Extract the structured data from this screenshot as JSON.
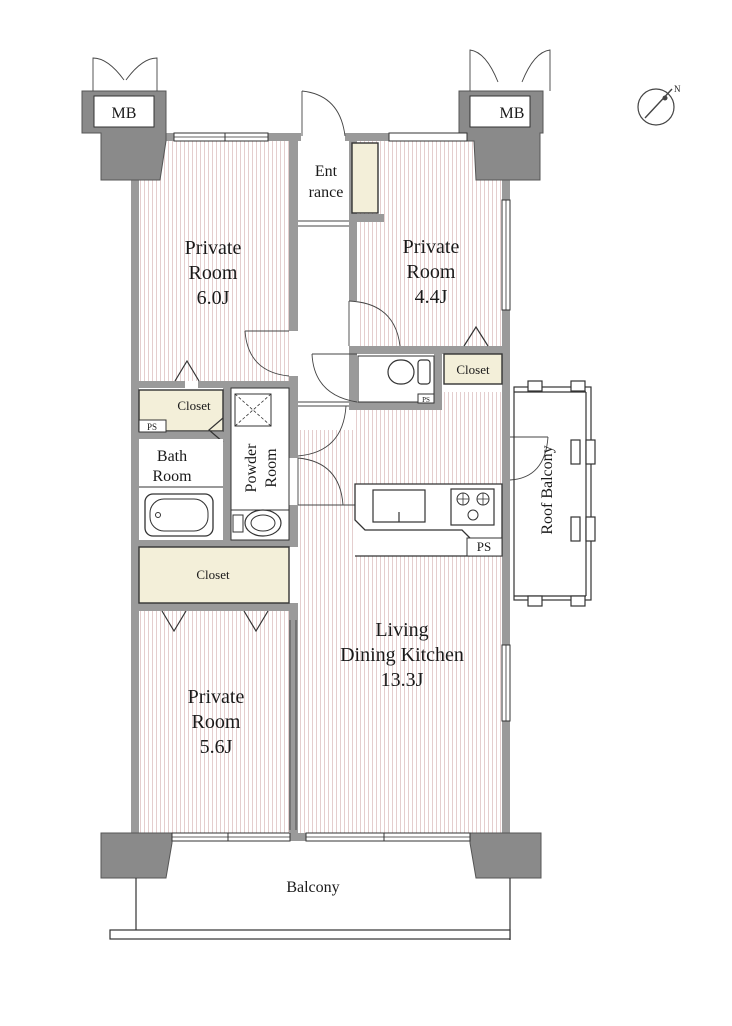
{
  "labels": {
    "mb_left": "MB",
    "mb_right": "MB",
    "entrance_line1": "Ent",
    "entrance_line2": "rance",
    "room_nw_line1": "Private",
    "room_nw_line2": "Room",
    "room_nw_size": "6.0J",
    "room_ne_line1": "Private",
    "room_ne_line2": "Room",
    "room_ne_size": "4.4J",
    "closet_upper_left": "Closet",
    "closet_upper_right": "Closet",
    "ps_left": "PS",
    "ps_toilet": "PS",
    "ps_kitchen": "PS",
    "bath_line1": "Bath",
    "bath_line2": "Room",
    "powder_line1": "Powder",
    "powder_line2": "Room",
    "closet_middle": "Closet",
    "room_sw_line1": "Private",
    "room_sw_line2": "Room",
    "room_sw_size": "5.6J",
    "ldk_line1": "Living",
    "ldk_line2": "Dining Kitchen",
    "ldk_size": "13.3J",
    "roof_balcony": "Roof Balcony",
    "balcony": "Balcony"
  },
  "compass_icon": "north-arrow-icon",
  "colors": {
    "wall": "#9a9a9a",
    "closet_fill": "#f3efd9",
    "floor_stripe": "#e2c9c9"
  }
}
